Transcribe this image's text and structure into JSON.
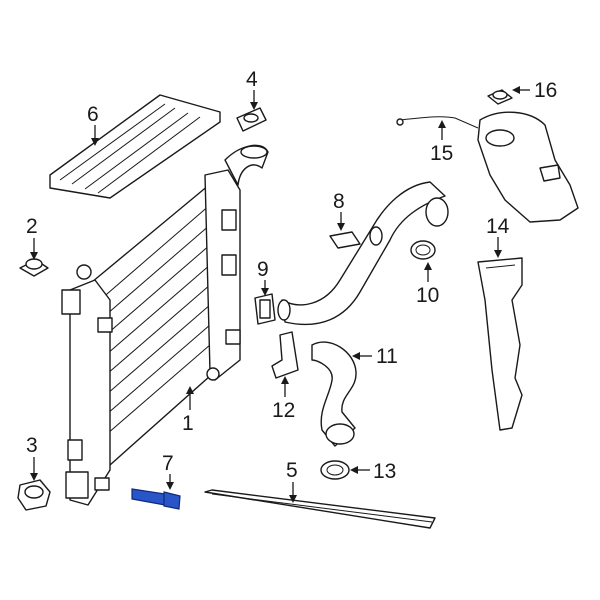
{
  "diagram": {
    "highlight_color": "#2a55c8",
    "callouts": [
      {
        "id": "1",
        "label": "1"
      },
      {
        "id": "2",
        "label": "2"
      },
      {
        "id": "3",
        "label": "3"
      },
      {
        "id": "4",
        "label": "4"
      },
      {
        "id": "5",
        "label": "5"
      },
      {
        "id": "6",
        "label": "6"
      },
      {
        "id": "7",
        "label": "7"
      },
      {
        "id": "8",
        "label": "8"
      },
      {
        "id": "9",
        "label": "9"
      },
      {
        "id": "10",
        "label": "10"
      },
      {
        "id": "11",
        "label": "11"
      },
      {
        "id": "12",
        "label": "12"
      },
      {
        "id": "13",
        "label": "13"
      },
      {
        "id": "14",
        "label": "14"
      },
      {
        "id": "15",
        "label": "15"
      },
      {
        "id": "16",
        "label": "16"
      }
    ],
    "highlighted_part": "7"
  }
}
